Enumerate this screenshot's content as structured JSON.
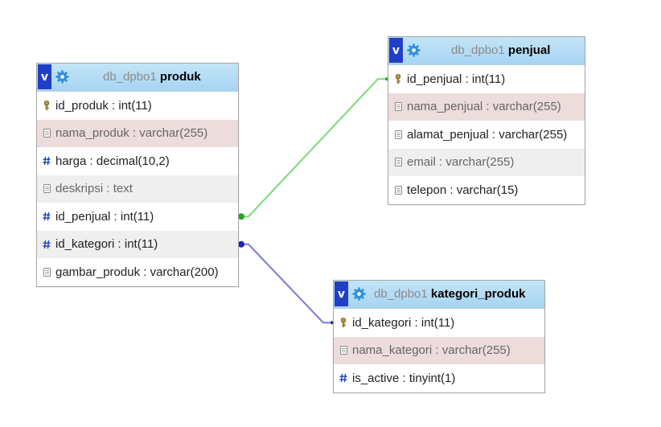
{
  "colors": {
    "header_gradient_top": "#c3e4f7",
    "header_gradient_bottom": "#a7d4f2",
    "toggle_bg": "#1f3fc7",
    "relation_penjual": "#7ad97a",
    "relation_kategori": "#7a7ad9",
    "key_icon": "#a08c3a",
    "hash_icon": "#1f3fc7"
  },
  "tables": [
    {
      "id": "produk",
      "toggle_label": "v",
      "db": "db_dpbo1",
      "name": "produk",
      "columns": [
        {
          "text": "id_produk : int(11)",
          "icon": "key-icon",
          "bg": "white"
        },
        {
          "text": "nama_produk : varchar(255)",
          "icon": "text-field-icon",
          "bg": "pink"
        },
        {
          "text": "harga : decimal(10,2)",
          "icon": "hash-icon",
          "bg": "white"
        },
        {
          "text": "deskripsi : text",
          "icon": "text-field-icon",
          "bg": "gray"
        },
        {
          "text": "id_penjual : int(11)",
          "icon": "hash-icon",
          "bg": "white"
        },
        {
          "text": "id_kategori : int(11)",
          "icon": "hash-icon",
          "bg": "gray"
        },
        {
          "text": "gambar_produk : varchar(200)",
          "icon": "text-field-icon",
          "bg": "white"
        }
      ]
    },
    {
      "id": "penjual",
      "toggle_label": "v",
      "db": "db_dpbo1",
      "name": "penjual",
      "columns": [
        {
          "text": "id_penjual : int(11)",
          "icon": "key-icon",
          "bg": "white"
        },
        {
          "text": "nama_penjual : varchar(255)",
          "icon": "text-field-icon",
          "bg": "pink"
        },
        {
          "text": "alamat_penjual : varchar(255)",
          "icon": "text-field-icon",
          "bg": "white"
        },
        {
          "text": "email : varchar(255)",
          "icon": "text-field-icon",
          "bg": "gray"
        },
        {
          "text": "telepon : varchar(15)",
          "icon": "text-field-icon",
          "bg": "white"
        }
      ]
    },
    {
      "id": "kategori_produk",
      "toggle_label": "v",
      "db": "db_dpbo1",
      "name": "kategori_produk",
      "columns": [
        {
          "text": "id_kategori : int(11)",
          "icon": "key-icon",
          "bg": "white"
        },
        {
          "text": "nama_kategori : varchar(255)",
          "icon": "text-field-icon",
          "bg": "pink"
        },
        {
          "text": "is_active : tinyint(1)",
          "icon": "hash-icon",
          "bg": "white"
        }
      ]
    }
  ]
}
